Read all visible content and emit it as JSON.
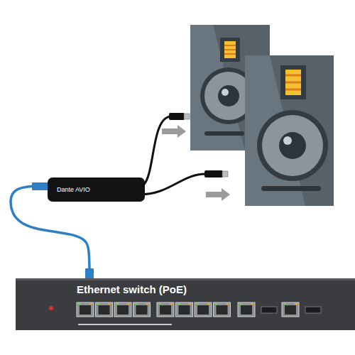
{
  "diagram": {
    "nodes": [
      {
        "text": [
          "Dante AVIO"
        ]
      },
      {
        "text": [
          "Ethernet switch (PoE)"
        ]
      }
    ],
    "edges": [
      {
        "from": 0,
        "to": 1,
        "arrow": "none"
      }
    ]
  }
}
